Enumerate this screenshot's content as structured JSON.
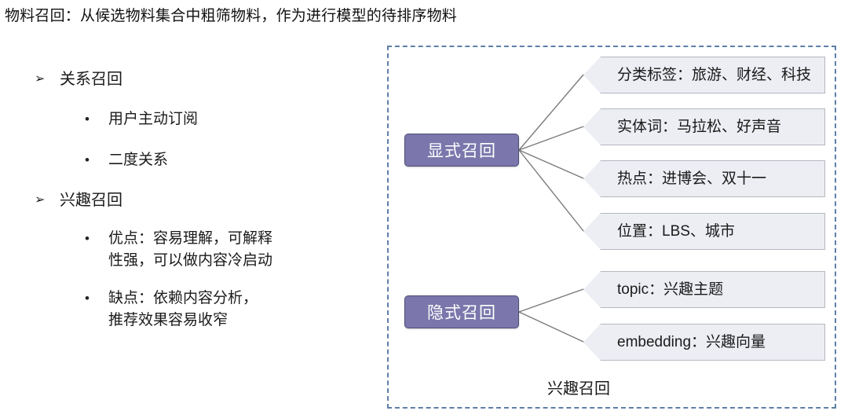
{
  "slide": {
    "title": "物料召回：从候选物料集合中粗筛物料，作为进行模型的待排序物料"
  },
  "outline": {
    "items": [
      {
        "marker": "➢",
        "label": "关系召回",
        "children": [
          {
            "marker": "•",
            "label": "用户主动订阅"
          },
          {
            "marker": "•",
            "label": "二度关系"
          }
        ]
      },
      {
        "marker": "➢",
        "label": "兴趣召回",
        "children": [
          {
            "marker": "•",
            "label": "优点：容易理解，可解释\n性强，可以做内容冷启动"
          },
          {
            "marker": "•",
            "label": "缺点：依赖内容分析，\n推荐效果容易收窄"
          }
        ]
      }
    ]
  },
  "diagram": {
    "caption": "兴趣召回",
    "nodes": [
      {
        "id": "explicit",
        "label": "显式召回"
      },
      {
        "id": "implicit",
        "label": "隐式召回"
      }
    ],
    "leaves": [
      {
        "id": "category",
        "label": "分类标签：旅游、财经、科技",
        "parent": "explicit"
      },
      {
        "id": "entity",
        "label": "实体词：马拉松、好声音",
        "parent": "explicit"
      },
      {
        "id": "hotspot",
        "label": "热点：进博会、双十一",
        "parent": "explicit"
      },
      {
        "id": "location",
        "label": "位置：LBS、城市",
        "parent": "explicit"
      },
      {
        "id": "topic",
        "label": "topic：兴趣主题",
        "parent": "implicit"
      },
      {
        "id": "embedding",
        "label": "embedding：兴趣向量",
        "parent": "implicit"
      }
    ]
  },
  "colors": {
    "node_fill": "#7b77ac",
    "node_border": "#4f4c77",
    "node_text": "#ffffff",
    "leaf_fill": "#eceef4",
    "leaf_border": "#b6b8bf",
    "frame_dashed": "#5d7fa8",
    "connector": "#7a7a7a",
    "text": "#1a1a1a"
  }
}
